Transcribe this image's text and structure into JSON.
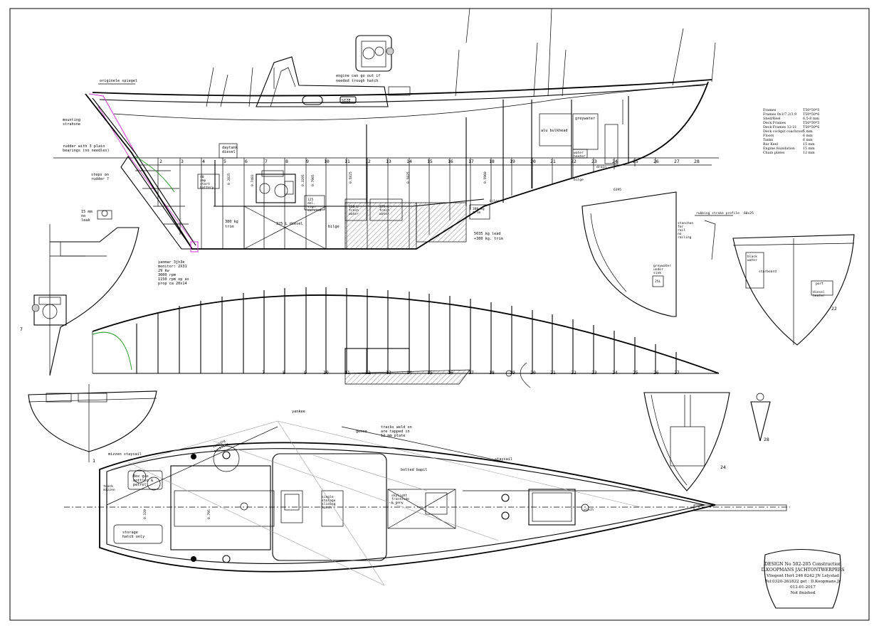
{
  "profile": {
    "label_spiegel": "originele spiegel",
    "label_engine_hatch": [
      "engine can go out if",
      "needed trough hatch"
    ],
    "label_mounting": [
      "mounting",
      "strahsne"
    ],
    "label_rudder": [
      "rudder with 3 plain",
      "bearings (no needles)"
    ],
    "label_steps": [
      "steps on",
      "rudder ?"
    ],
    "label_size": "SIZE",
    "label_daytank": [
      "daytank",
      "diesel"
    ],
    "label_battery": [
      "40",
      "amp",
      "start",
      "battery"
    ],
    "label_trim380a": [
      "380 kg",
      "trim"
    ],
    "label_diesel": "325 L diesel",
    "label_bilge": "bilge",
    "label_fresh1": [
      "150 L",
      "fresh",
      "water"
    ],
    "label_fresh2": [
      "275 L",
      "fresh",
      "water"
    ],
    "label_125": [
      "125",
      "del.",
      "sign",
      "service"
    ],
    "label_trim380b": [
      "380 kg",
      "trim"
    ],
    "label_lead": [
      "5035 kg lead",
      "+300 kg. trim"
    ],
    "label_alu": "alu bulkhead",
    "label_greywater": "greywater",
    "label_water_heater": [
      "water",
      "heater"
    ],
    "label_drain": "drain",
    "label_bilge2": "bilge",
    "label_bilge3": "bilge",
    "label_6395": "6395",
    "label_yanmar": [
      "yanmar 3jh3e",
      "monitor: 2X31",
      "29 kw",
      "3000 rpm",
      "1150 rpm op as",
      "prop ca 20x14"
    ],
    "label_15mm": [
      "15 mm",
      "no",
      "leak"
    ],
    "dims_vertical": [
      "0.2825",
      "0.7483",
      "0.3205",
      "0.7985",
      "0.5825",
      "0.5825",
      "0.5960"
    ],
    "frames_profile": [
      "2",
      "3",
      "4",
      "5",
      "6",
      "7",
      "8",
      "9",
      "10",
      "11",
      "12",
      "13",
      "14",
      "15",
      "16",
      "17",
      "18",
      "19",
      "20",
      "21",
      "22",
      "23",
      "24",
      "25",
      "26",
      "27",
      "28"
    ],
    "frames_plan": [
      "7",
      "8",
      "9",
      "10",
      "11",
      "12",
      "13",
      "14",
      "15",
      "16",
      "17",
      "18",
      "19",
      "20",
      "21",
      "22",
      "23",
      "24",
      "25",
      "26",
      "27"
    ]
  },
  "sections": {
    "label_stanchion": [
      "stanchon",
      "for",
      "rail",
      "no",
      "railing"
    ],
    "label_rubbing": "rubbing strake profile",
    "label_60x25": "60x25",
    "label_greywater_sink": [
      "greywater",
      "under",
      "sink"
    ],
    "label_25l": "25L",
    "label_black": [
      "black",
      "water"
    ],
    "label_starboard": "starboard",
    "label_diesel_heater": [
      "diesel",
      "heater"
    ],
    "label_port": "port",
    "section_22": "22",
    "section_1": "1",
    "section_24": "24",
    "section_28": "28",
    "section_7": "7"
  },
  "deck": {
    "label_yankee": "yankee",
    "label_genoa": "genoa",
    "label_tracks": [
      "tracks weld on",
      "are tapped in",
      "12 mm plate"
    ],
    "label_staysail": "staysail",
    "label_bolted": "bolted bapil",
    "label_mizzen_staysail": "mizzen staysail",
    "label_mizzen": [
      "track",
      "mizzen"
    ],
    "label_box": [
      "Box gas",
      "bottles &",
      "petrol"
    ],
    "label_storage": [
      "storage",
      "hatch only"
    ],
    "label_single": [
      "single",
      "storage",
      "sliding",
      "hatch"
    ],
    "label_running": [
      "running",
      "backstay"
    ],
    "label_hatch": [
      "skylight",
      "frontside",
      "& geny"
    ],
    "label_winch": "winch",
    "dim_a": "0.320",
    "dim_b": "0.795"
  },
  "materials": {
    "items": [
      [
        "Frames",
        "T50*50*5"
      ],
      [
        "Frames 0x1/7,2/3,9",
        "T50*50*6"
      ],
      [
        "Shell/Keel",
        "6,5-8 mm"
      ],
      [
        "Deck Frames",
        "T50*50*5"
      ],
      [
        "Deck Frames 13-21",
        "T50*50*6"
      ],
      [
        "Deck cockpit coachroof",
        "5 mm"
      ],
      [
        "Floors",
        "6 mm"
      ],
      [
        "Tanks",
        "6 mm"
      ],
      [
        "Bar Keel",
        "15 mm"
      ],
      [
        "Engine foundation",
        "15 mm"
      ],
      [
        "Chain plates",
        "12 mm"
      ]
    ]
  },
  "title_block": {
    "lines": [
      "DESIGN No 502-205 Construction",
      "D.KOOPMANS JACHTONTWERPERS",
      "Vliegent Hert 246 8242 JN Lelystad",
      "Tel:0320-261822 get : D.Koopmans.Jr",
      "012-01-2017",
      "Not finished"
    ]
  },
  "colors": {
    "ink": "#000000",
    "accent_magenta": "#cc33cc",
    "accent_green": "#2a9a2a",
    "accent_blue": "#3344cc",
    "hatch": "#555555"
  }
}
